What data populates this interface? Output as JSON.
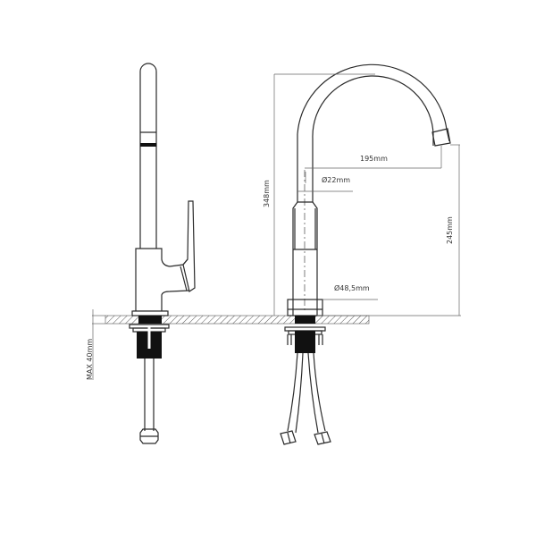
{
  "drawing": {
    "title": "Kitchen faucet technical drawing",
    "views": [
      "side-view",
      "front-view"
    ],
    "colors": {
      "line": "#2a2a2a",
      "dim": "#666666",
      "fill": "#111111",
      "hatch": "#555555"
    }
  },
  "dimensions": {
    "total_height": "348mm",
    "spout_reach": "195mm",
    "spout_height": "245mm",
    "spout_diameter": "Ø22mm",
    "base_diameter": "Ø48,5mm",
    "max_counter_thickness": "MAX 40mm"
  }
}
